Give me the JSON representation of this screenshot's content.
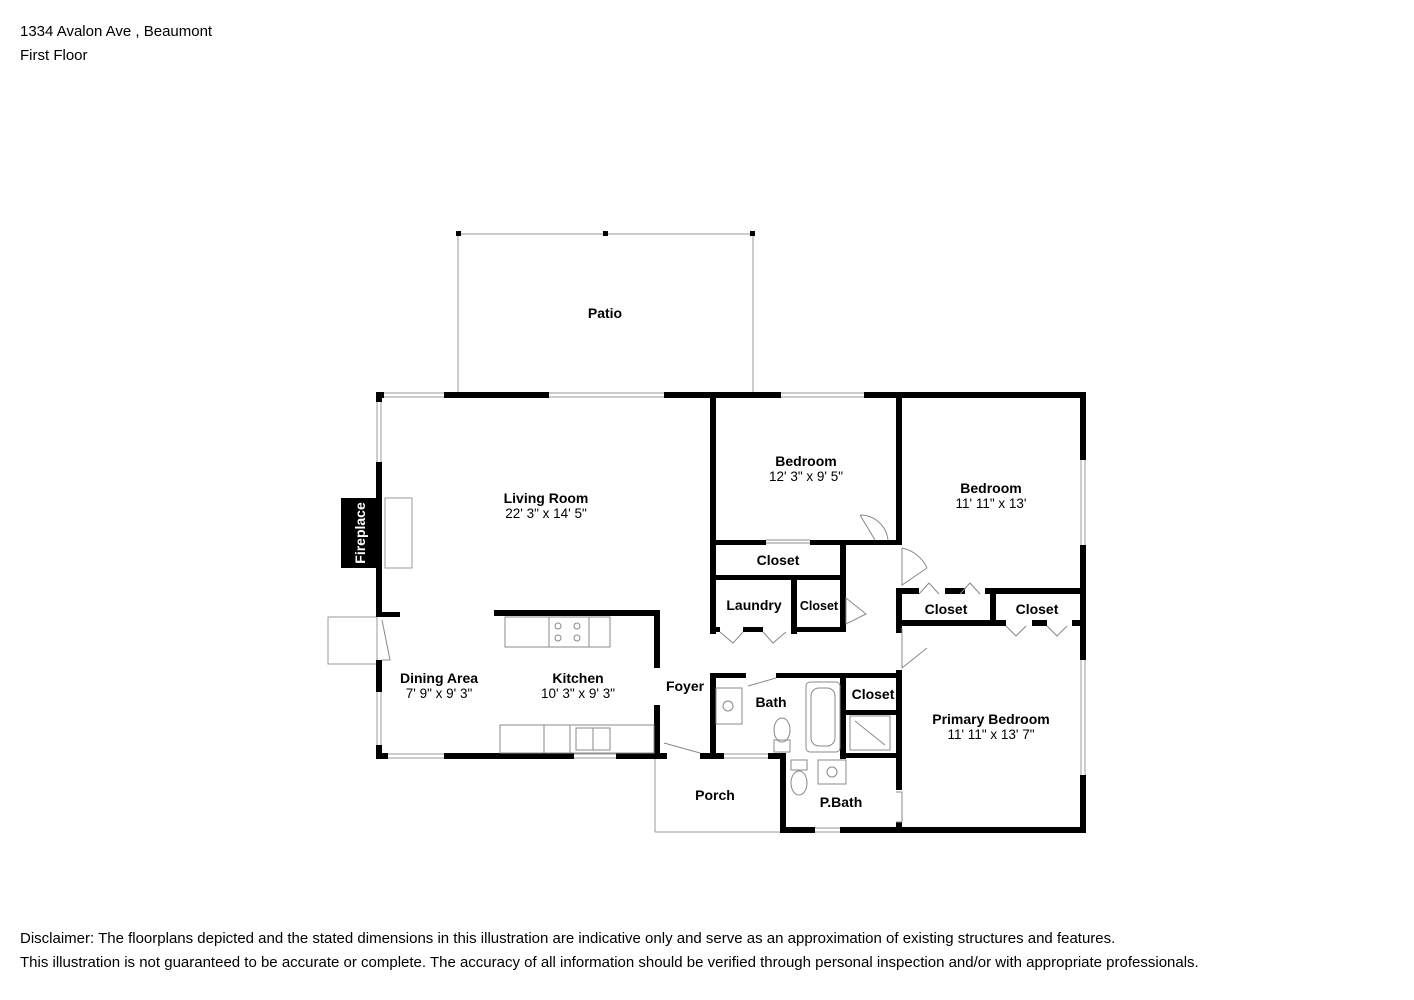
{
  "header": {
    "address": "1334 Avalon Ave , Beaumont",
    "floor": "First Floor"
  },
  "rooms": {
    "patio": {
      "name": "Patio"
    },
    "living_room": {
      "name": "Living Room",
      "dims": "22' 3\" x 14' 5\""
    },
    "fireplace": {
      "name": "Fireplace"
    },
    "bedroom_1": {
      "name": "Bedroom",
      "dims": "12' 3\" x 9' 5\""
    },
    "bedroom_2": {
      "name": "Bedroom",
      "dims": "11' 11\" x 13'"
    },
    "closet_bed1": {
      "name": "Closet"
    },
    "laundry": {
      "name": "Laundry"
    },
    "closet_laundry": {
      "name": "Closet"
    },
    "closet_bed2": {
      "name": "Closet"
    },
    "closet_primary": {
      "name": "Closet"
    },
    "dining_area": {
      "name": "Dining Area",
      "dims": "7' 9\" x 9' 3\""
    },
    "kitchen": {
      "name": "Kitchen",
      "dims": "10' 3\" x 9' 3\""
    },
    "foyer": {
      "name": "Foyer"
    },
    "bath": {
      "name": "Bath"
    },
    "closet_hall": {
      "name": "Closet"
    },
    "primary_bedroom": {
      "name": "Primary Bedroom",
      "dims": "11' 11\" x 13' 7\""
    },
    "porch": {
      "name": "Porch"
    },
    "p_bath": {
      "name": "P.Bath"
    }
  },
  "disclaimer": {
    "line1": "Disclaimer: The floorplans depicted and the stated dimensions in this illustration are indicative only and serve as an approximation of existing structures and features.",
    "line2": "This illustration is not guaranteed to be accurate or complete. The accuracy of all information should be verified through personal inspection and/or with appropriate professionals."
  }
}
